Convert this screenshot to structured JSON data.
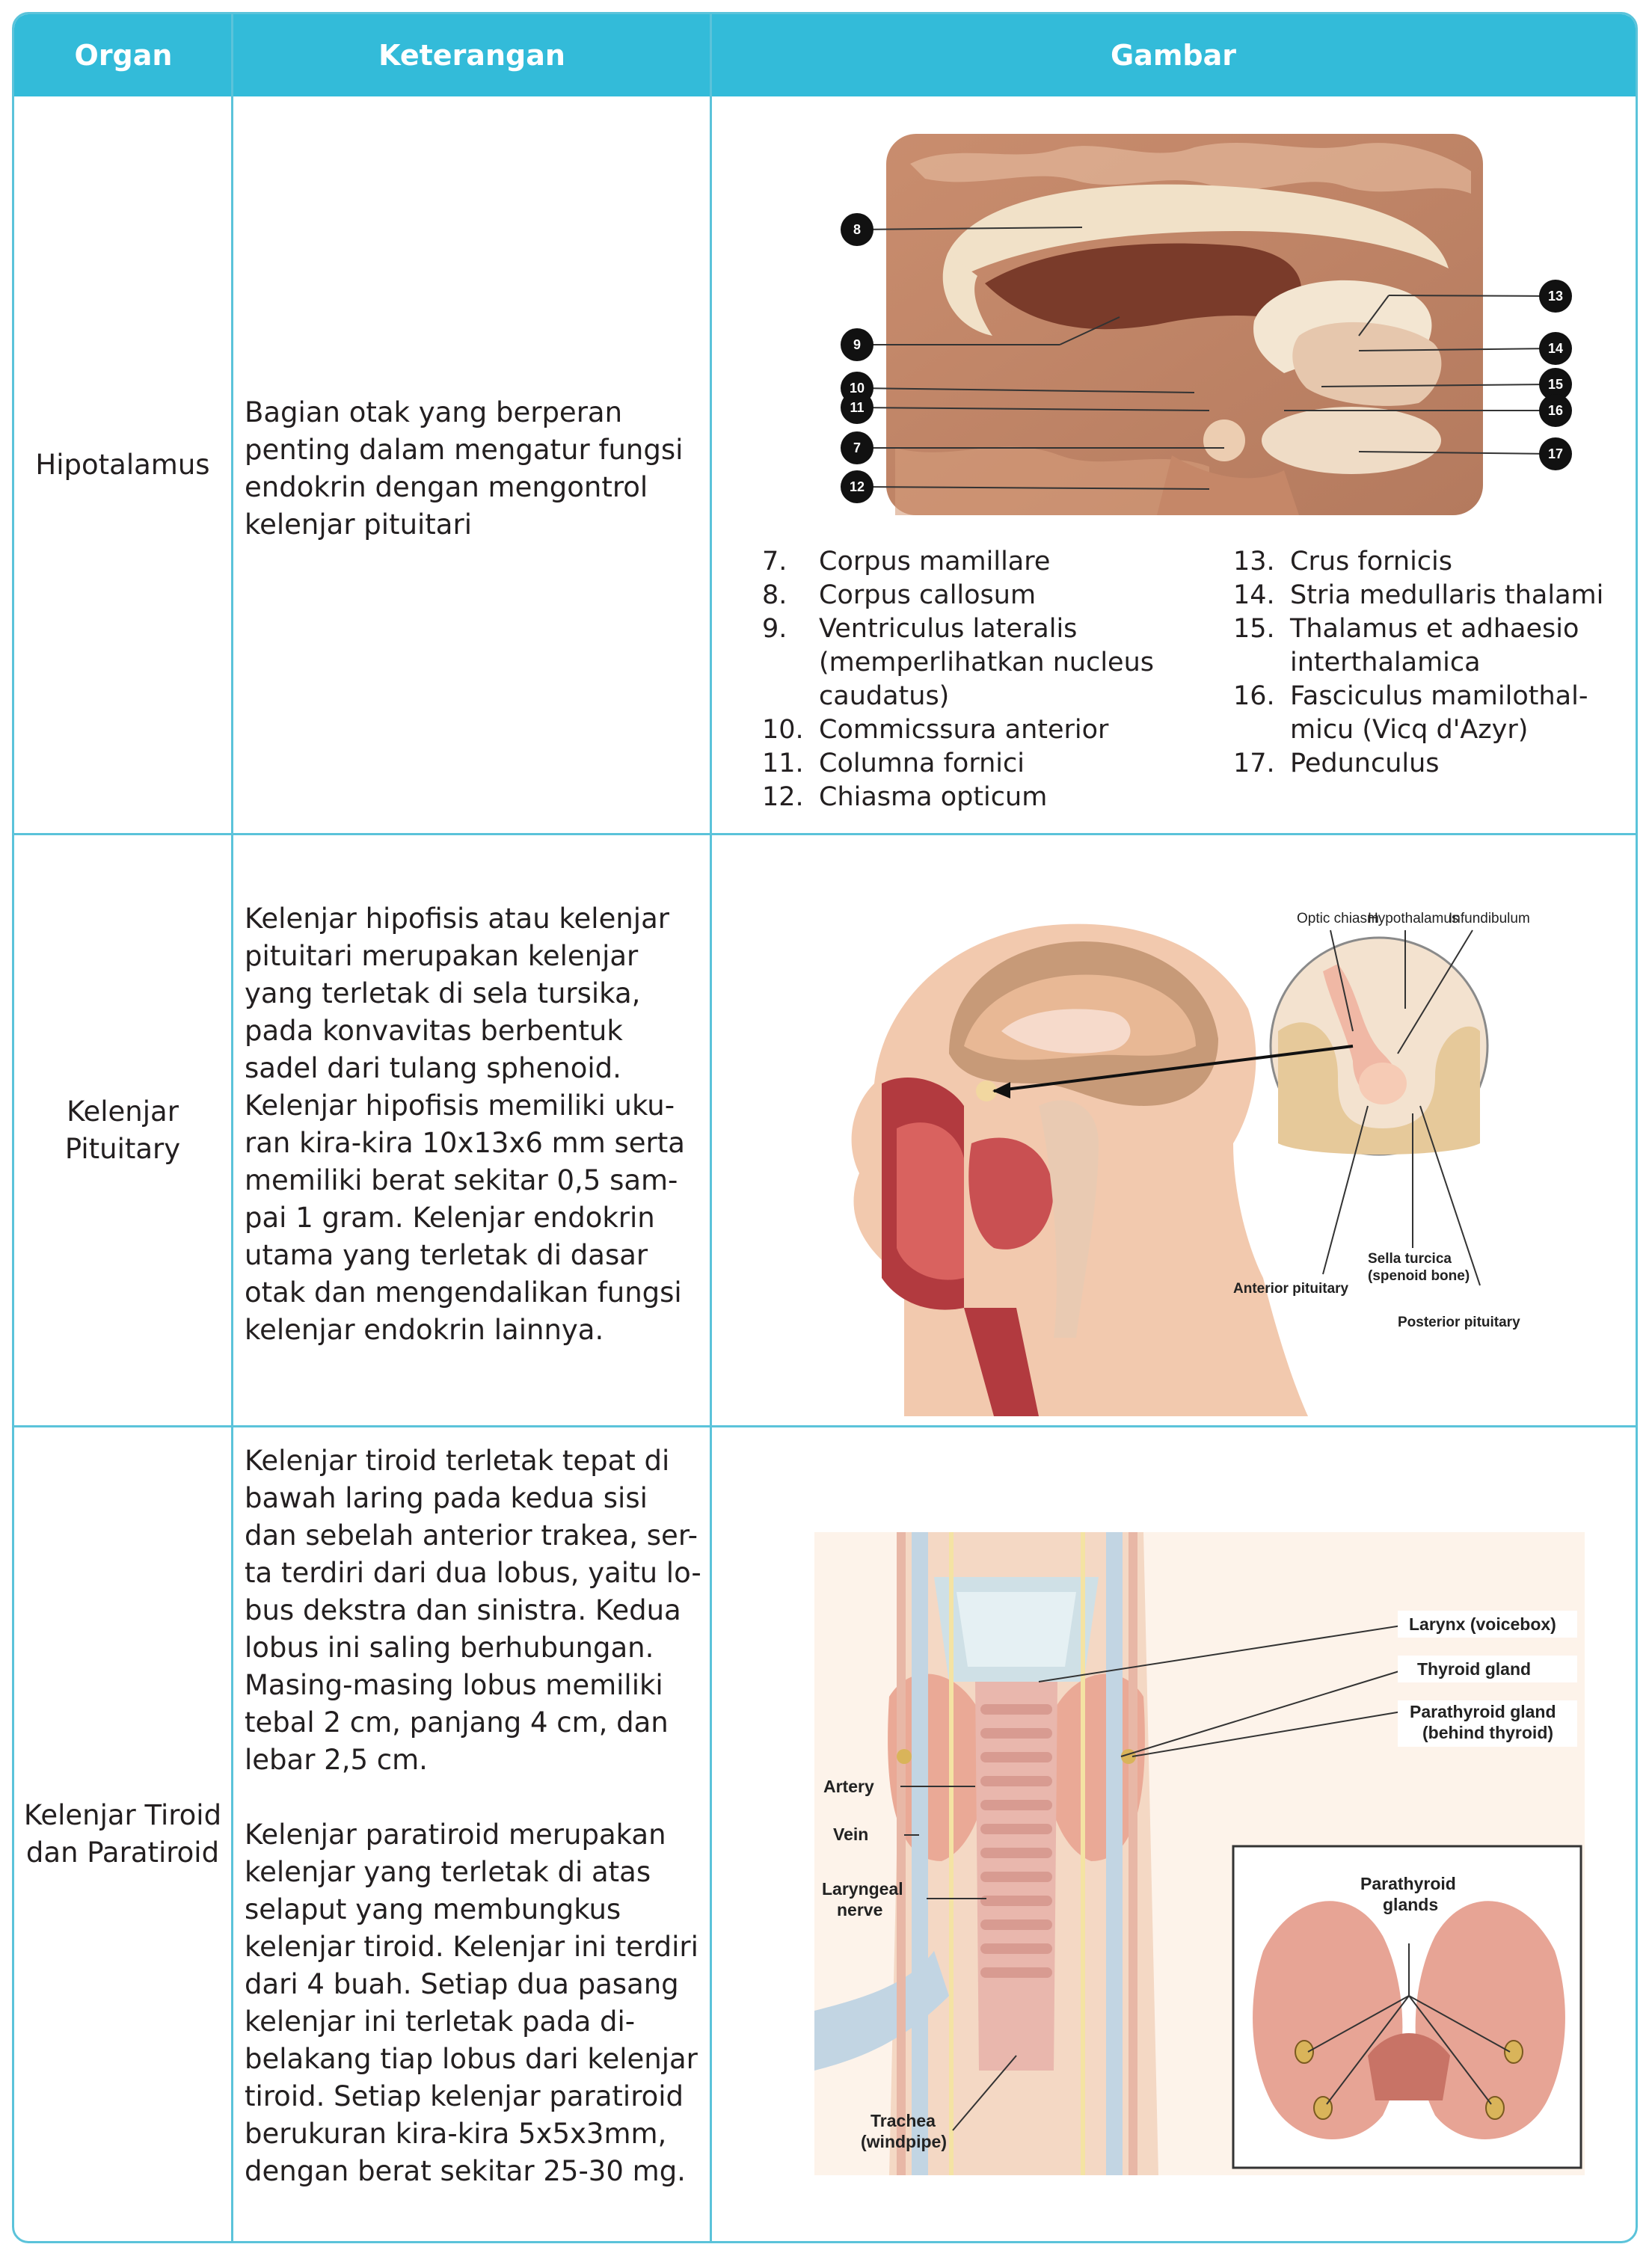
{
  "header": {
    "col_organ": "Organ",
    "col_keterangan": "Keterangan",
    "col_gambar": "Gambar"
  },
  "rows": [
    {
      "organ": "Hipotalamus",
      "keterangan": "Bagian otak yang berperan\npenting dalam mengatur fungsi\nendokrin dengan mengontrol\nkelenjar pituitari",
      "markers": [
        "8",
        "9",
        "10",
        "11",
        "7",
        "12",
        "13",
        "14",
        "15",
        "16",
        "17"
      ],
      "legend_left": [
        {
          "num": "7.",
          "text": "Corpus mamillare"
        },
        {
          "num": "8.",
          "text": "Corpus callosum"
        },
        {
          "num": "9.",
          "text": "Ventriculus lateralis\n(memperlihatkan nucleus\ncaudatus)"
        },
        {
          "num": "10.",
          "text": "Commicssura anterior"
        },
        {
          "num": "11.",
          "text": "Columna fornici"
        },
        {
          "num": "12.",
          "text": "Chiasma opticum"
        }
      ],
      "legend_right": [
        {
          "num": "13.",
          "text": "Crus fornicis"
        },
        {
          "num": "14.",
          "text": "Stria medullaris thalami"
        },
        {
          "num": "15.",
          "text": "Thalamus et adhaesio\ninterthalamica"
        },
        {
          "num": "16.",
          "text": "Fasciculus mamilothal-\nmicu (Vicq d'Azyr)"
        },
        {
          "num": "17.",
          "text": "Pedunculus"
        }
      ]
    },
    {
      "organ": "Kelenjar\nPituitary",
      "keterangan": "Kelenjar hipofisis atau kelenjar\npituitari merupakan kelenjar\nyang terletak di sela tursika,\npada konvavitas berbentuk\nsadel dari tulang sphenoid.\nKelenjar hipofisis memiliki uku-\nran kira-kira 10x13x6 mm serta\nmemiliki berat sekitar 0,5 sam-\npai 1 gram. Kelenjar endokrin\nutama yang terletak di dasar\notak dan mengendalikan fungsi\nkelenjar endokrin lainnya.",
      "labels": {
        "optic_chiasm": "Optic chiasm",
        "hypothalamus": "Hypothalamus",
        "infundibulum": "Infundibulum",
        "sella_1": "Sella turcica",
        "sella_2": "(spenoid bone)",
        "anterior": "Anterior pituitary",
        "posterior": "Posterior pituitary"
      }
    },
    {
      "organ": "Kelenjar\nTiroid dan\nParatiroid",
      "keterangan": "Kelenjar tiroid terletak tepat di\nbawah laring pada kedua sisi\ndan sebelah anterior trakea, ser-\nta terdiri dari dua lobus, yaitu lo-\nbus dekstra dan sinistra. Kedua\nlobus ini saling berhubungan.\nMasing-masing lobus memiliki\ntebal 2 cm, panjang 4 cm, dan\nlebar 2,5 cm.\n\nKelenjar paratiroid merupakan\nkelenjar yang terletak di atas\nselaput yang membungkus\nkelenjar tiroid. Kelenjar ini terdiri\ndari 4 buah. Setiap dua pasang\nkelenjar ini terletak pada di-\nbelakang tiap lobus dari kelenjar\ntiroid. Setiap kelenjar paratiroid\nberukuran kira-kira 5x5x3mm,\ndengan berat sekitar 25-30 mg.",
      "labels": {
        "larynx": "Larynx (voicebox)",
        "thyroid": "Thyroid gland",
        "parathyroid_1": "Parathyroid gland",
        "parathyroid_2": "(behind thyroid)",
        "artery": "Artery",
        "vein": "Vein",
        "laryngeal_1": "Laryngeal",
        "laryngeal_2": "nerve",
        "trachea_1": "Trachea",
        "trachea_2": "(windpipe)",
        "inset_1": "Parathyroid",
        "inset_2": "glands"
      }
    }
  ]
}
